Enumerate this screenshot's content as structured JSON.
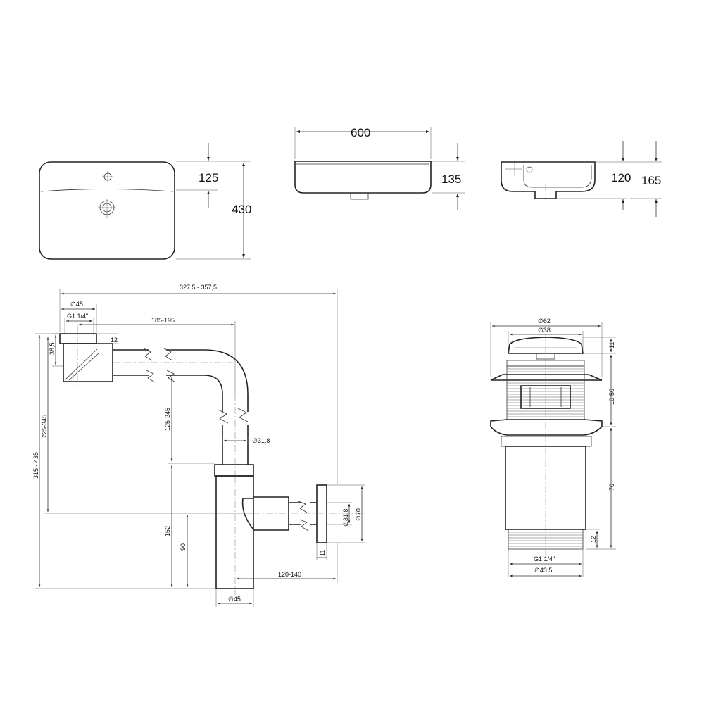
{
  "basin": {
    "top_view": {
      "depth_to_tap": "125",
      "depth": "430"
    },
    "front_view": {
      "width": "600",
      "height": "135"
    },
    "side_view": {
      "inner_height": "120",
      "outer_height": "165"
    }
  },
  "siphon": {
    "overall_width": "327,5 - 357,5",
    "inlet_diameter": "∅45",
    "inlet_thread": "G1 1/4\"",
    "offset": "185-195",
    "collar_gap": "12",
    "collar_height": "38,5",
    "outlet_range": "225-345",
    "total_range": "315 - 435",
    "riser_range": "125-245",
    "pipe_diameter": "∅31.8",
    "body_height": "152",
    "outlet_height": "90",
    "wall_pipe_diameter": "∅31.8",
    "rosette_diameter": "∅70",
    "rosette_thickness": "11",
    "horizontal_range": "120-140",
    "body_diameter": "∅45"
  },
  "drain": {
    "cap_diameter": "∅62",
    "cap_inner_diameter": "∅38",
    "cap_height": "11",
    "clamp_range": "10-50",
    "body_length": "70",
    "thread_length": "12",
    "thread": "G1 1/4\"",
    "thread_diameter": "∅43.5"
  }
}
